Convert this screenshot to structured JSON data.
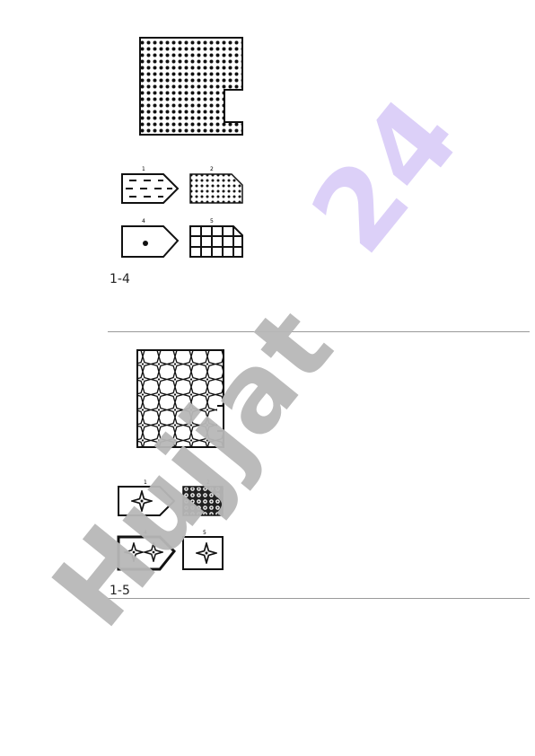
{
  "figures": [
    {
      "label": "1-4",
      "option_numbers": [
        "1",
        "2",
        "4",
        "5"
      ]
    },
    {
      "label": "1-5",
      "option_numbers": [
        "1",
        "2",
        "4",
        "5"
      ]
    }
  ],
  "watermark": {
    "part1": "Hujjat",
    "part2": "24"
  },
  "colors": {
    "watermark_gray": "#b8b8b8",
    "watermark_purple": "#d9ccf8",
    "rule": "#9a9a9a"
  }
}
